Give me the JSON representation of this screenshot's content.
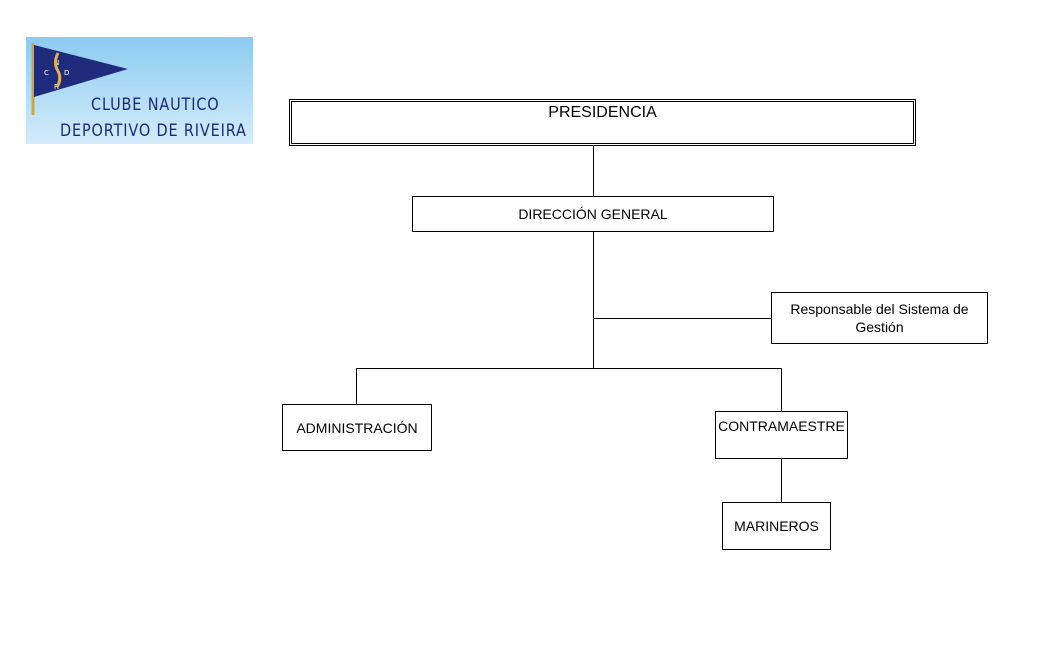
{
  "logo": {
    "line1": "CLUBE NAUTICO",
    "line2": "DEPORTIVO DE RIVEIRA",
    "flag_letters": "N C D R"
  },
  "nodes": {
    "presidencia": "PRESIDENCIA",
    "direccion": "DIRECCIÓN GENERAL",
    "responsable": "Responsable del Sistema de Gestión",
    "administracion": "ADMINISTRACIÓN",
    "contramaestre": "CONTRAMAESTRE",
    "marineros": "MARINEROS"
  }
}
